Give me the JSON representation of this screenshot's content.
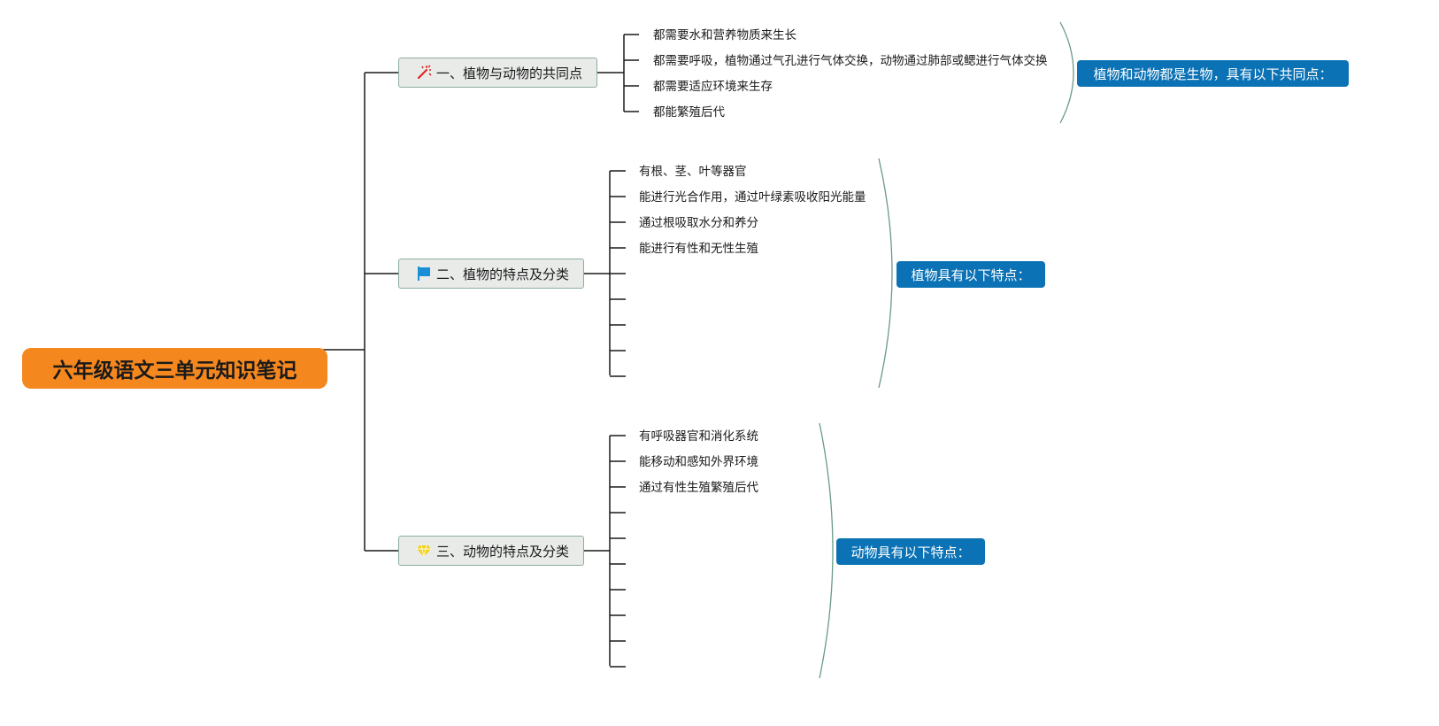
{
  "root": {
    "title": "六年级语文三单元知识笔记"
  },
  "branches": [
    {
      "label": "一、植物与动物的共同点",
      "icon": "wand-icon",
      "icon_color": "#e02020",
      "items": [
        "都需要水和营养物质来生长",
        "都需要呼吸，植物通过气孔进行气体交换，动物通过肺部或鳃进行气体交换",
        "都需要适应环境来生存",
        "都能繁殖后代"
      ],
      "summary": "植物和动物都是生物，具有以下共同点："
    },
    {
      "label": "二、植物的特点及分类",
      "icon": "flag-icon",
      "icon_color": "#1a8fd8",
      "items": [
        "有根、茎、叶等器官",
        "能进行光合作用，通过叶绿素吸收阳光能量",
        "通过根吸取水分和养分",
        "能进行有性和无性生殖",
        "",
        "",
        "",
        "",
        ""
      ],
      "summary": "植物具有以下特点："
    },
    {
      "label": "三、动物的特点及分类",
      "icon": "gem-icon",
      "icon_color": "#f2d21b",
      "items": [
        "有呼吸器官和消化系统",
        "能移动和感知外界环境",
        "通过有性生殖繁殖后代",
        "",
        "",
        "",
        "",
        "",
        "",
        ""
      ],
      "summary": "动物具有以下特点："
    }
  ],
  "colors": {
    "root_bg": "#f5871f",
    "branch_bg": "#e9ebe9",
    "branch_border": "#8bae9b",
    "summary_bg": "#0b72b5",
    "brace": "#6a9a86",
    "connector": "#1a1a1a"
  }
}
